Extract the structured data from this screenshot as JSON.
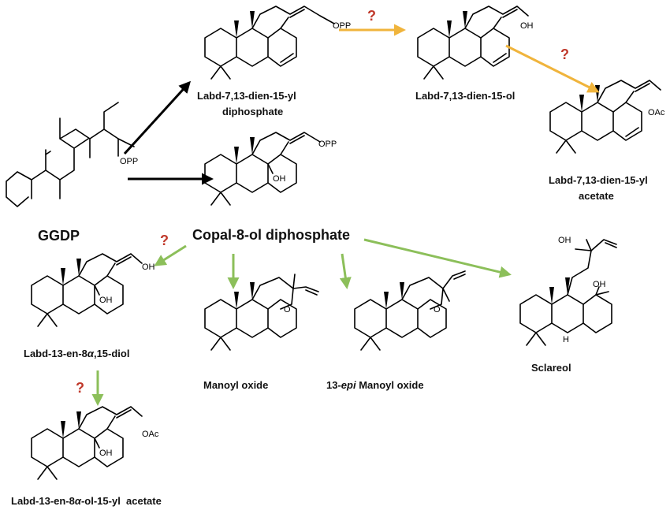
{
  "compounds": {
    "ggdp": "GGDP",
    "labd_dien_dp": {
      "line1": "Labd-7,13-dien-15-yl",
      "line2": "diphosphate"
    },
    "labd_dien_ol": "Labd-7,13-dien-15-ol",
    "labd_dien_ac": {
      "line1": "Labd-7,13-dien-15-yl",
      "line2": "acetate"
    },
    "copal": "Copal-8-ol diphosphate",
    "diol": {
      "pre": "Labd-13-en-8",
      "alpha": "α",
      "post": ",15-diol"
    },
    "manoyl": "Manoyl oxide",
    "epi_manoyl": {
      "pre": "13-",
      "epi": "epi",
      "post": " Manoyl oxide"
    },
    "sclareol": "Sclareol",
    "ol_ac": {
      "pre": "Labd-13-en-8",
      "alpha": "α",
      "post": "-ol-15-yl  acetate"
    }
  },
  "atoms": {
    "opp": "OPP",
    "oh": "OH",
    "oac": "OAc",
    "o": "O",
    "h": "H"
  },
  "unknown_step_mark": "?",
  "colors": {
    "black_arrow": "#000000",
    "orange_arrow": "#f0b43c",
    "green_arrow": "#8cbf5a",
    "question": "#c0392b"
  }
}
